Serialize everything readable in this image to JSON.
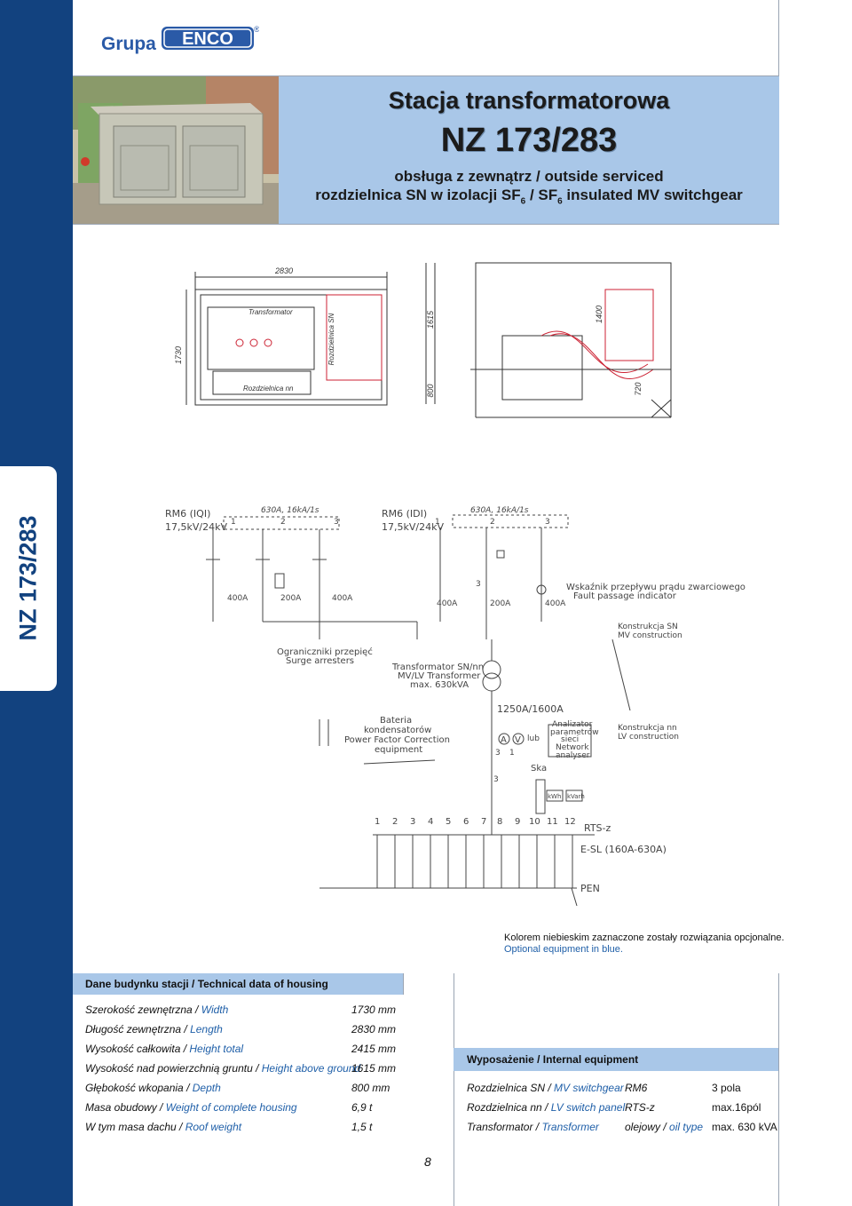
{
  "header": {
    "logo_grupa": "Grupa",
    "logo_enco": "ENCO",
    "logo_reg": "®",
    "title": "Stacja transformatorowa",
    "model": "NZ 173/283",
    "subtitle_1": "obsługa z zewnątrz / outside serviced",
    "subtitle_2_a": "rozdzielnica SN w izolacji SF",
    "subtitle_2_sub1": "6",
    "subtitle_2_b": " / SF",
    "subtitle_2_sub2": "6",
    "subtitle_2_c": " insulated MV switchgear"
  },
  "sidebar": {
    "label": "NZ 173/283",
    "color": "#12427f"
  },
  "drawing": {
    "dim_length": "2830",
    "dim_height": "1730",
    "dim_1615": "1615",
    "dim_800": "800",
    "dim_1400": "1400",
    "dim_720": "720",
    "label_transformator": "Transformator",
    "label_rozdzielnica_sn": "Rozdzielnica SN",
    "label_rozdzielnica_nn": "Rozdzielnica nn"
  },
  "schematic": {
    "rm6_left_1": "RM6 (IQI)",
    "rm6_left_2": "17,5kV/24kV",
    "rm6_right_1": "RM6 (IDI)",
    "rm6_right_2": "17,5kV/24kV",
    "rating": "630A, 16kA/1s",
    "f1": "1",
    "f2": "2",
    "f3": "3",
    "a400": "400A",
    "a200": "200A",
    "c3": "3",
    "fault_pl": "Wskaźnik przepływu prądu zwarciowego",
    "fault_en": "Fault passage indicator",
    "mv_pl": "Konstrukcja SN",
    "mv_en": "MV construction",
    "surge_pl": "Ograniczniki przepięć",
    "surge_en": "Surge arresters",
    "tr_pl": "Transformator SN/nn",
    "tr_en": "MV/LV Transformer",
    "tr_max": "max. 630kVA",
    "lv_current": "1250A/1600A",
    "bat_1": "Bateria",
    "bat_2": "kondensatorów",
    "bat_3": "Power Factor Correction",
    "bat_4": "equipment",
    "amp": "A",
    "volt": "V",
    "lub": "lub",
    "three": "3",
    "one": "1",
    "an_1": "Analizator",
    "an_2": "parametrów",
    "an_3": "sieci",
    "an_4": "Network",
    "an_5": "analyser",
    "lv_pl": "Konstrukcja nn",
    "lv_en": "LV construction",
    "ska": "Ska",
    "kwh": "kWh",
    "kvarh": "kVarh",
    "outputs": [
      "1",
      "2",
      "3",
      "4",
      "5",
      "6",
      "7",
      "8",
      "9",
      "10",
      "11",
      "12"
    ],
    "rts": "RTS-z",
    "esl": "E-SL (160A-630A)",
    "pen": "PEN"
  },
  "notes": {
    "pl": "Kolorem niebieskim zaznaczone zostały rozwiązania opcjonalne.",
    "en": "Optional equipment in blue."
  },
  "housing": {
    "header": "Dane budynku stacji / Technical data of housing",
    "rows": [
      {
        "pl": "Szerokość zewnętrzna / ",
        "en": "Width",
        "value": "1730 mm"
      },
      {
        "pl": "Długość zewnętrzna / ",
        "en": "Length",
        "value": "2830 mm"
      },
      {
        "pl": "Wysokość całkowita / ",
        "en": "Height total",
        "value": "2415 mm"
      },
      {
        "pl": "Wysokość nad powierzchnią gruntu / ",
        "en": "Height above ground",
        "value": "1615 mm"
      },
      {
        "pl": "Głębokość wkopania / ",
        "en": "Depth",
        "value": "800 mm"
      },
      {
        "pl": "Masa obudowy / ",
        "en": "Weight of complete housing",
        "value": "6,9 t"
      },
      {
        "pl": "W tym masa dachu / ",
        "en": "Roof weight",
        "value": "1,5 t"
      }
    ]
  },
  "equipment": {
    "header": "Wyposażenie / Internal equipment",
    "rows": [
      {
        "pl": "Rozdzielnica SN / ",
        "en": "MV switchgear",
        "type_a": "RM6",
        "type_b": "",
        "spec": "3 pola"
      },
      {
        "pl": "Rozdzielnica nn / ",
        "en": "LV switch panel",
        "type_a": "RTS-z",
        "type_b": "",
        "spec": "max.16pól"
      },
      {
        "pl": "Transformator / ",
        "en": "Transformer",
        "type_a": "olejowy / ",
        "type_b": "oil type",
        "spec": "max. 630 kVA"
      }
    ]
  },
  "footer": {
    "page_number": "8"
  },
  "colors": {
    "title_box": "#a9c7e8",
    "accent_blue": "#1f5fa8",
    "sidebar": "#12427f"
  }
}
